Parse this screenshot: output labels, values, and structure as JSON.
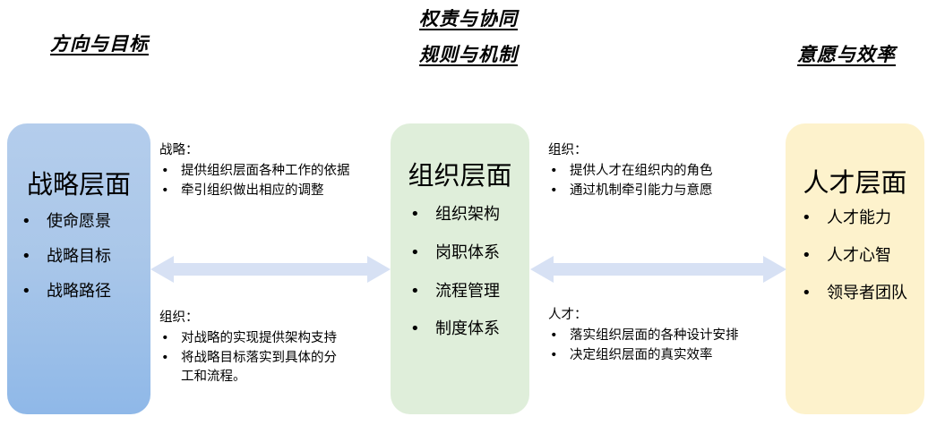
{
  "headings": {
    "left": "方向与目标",
    "middle_top": "权责与协同",
    "middle_bottom": "规则与机制",
    "right": "意愿与效率"
  },
  "colors": {
    "strategy_box": "#aac7e9",
    "organization_box": "#dfeeda",
    "talent_box": "#fdf2cc",
    "arrow": "#d7e1f4",
    "text": "#000000"
  },
  "boxes": {
    "strategy": {
      "title": "战略层面",
      "items": [
        "使命愿景",
        "战略目标",
        "战略路径"
      ]
    },
    "organization": {
      "title": "组织层面",
      "items": [
        "组织架构",
        "岗职体系",
        "流程管理",
        "制度体系"
      ]
    },
    "talent": {
      "title": "人才层面",
      "items": [
        "人才能力",
        "人才心智",
        "领导者团队"
      ]
    }
  },
  "notes": {
    "strategy_to_org": {
      "head": "战略：",
      "items": [
        "提供组织层面各种工作的依据",
        "牵引组织做出相应的调整"
      ]
    },
    "org_to_strategy": {
      "head": "组织：",
      "items": [
        "对战略的实现提供架构支持",
        "将战略目标落实到具体的分工和流程。"
      ]
    },
    "org_to_talent": {
      "head": "组织：",
      "items": [
        "提供人才在组织内的角色",
        "通过机制牵引能力与意愿"
      ]
    },
    "talent_to_org": {
      "head": "人才：",
      "items": [
        "落实组织层面的各种设计安排",
        "决定组织层面的真实效率"
      ]
    }
  },
  "bullet_glyph": "•",
  "arrows": {
    "left": "double-headed-arrow",
    "right": "double-headed-arrow"
  }
}
